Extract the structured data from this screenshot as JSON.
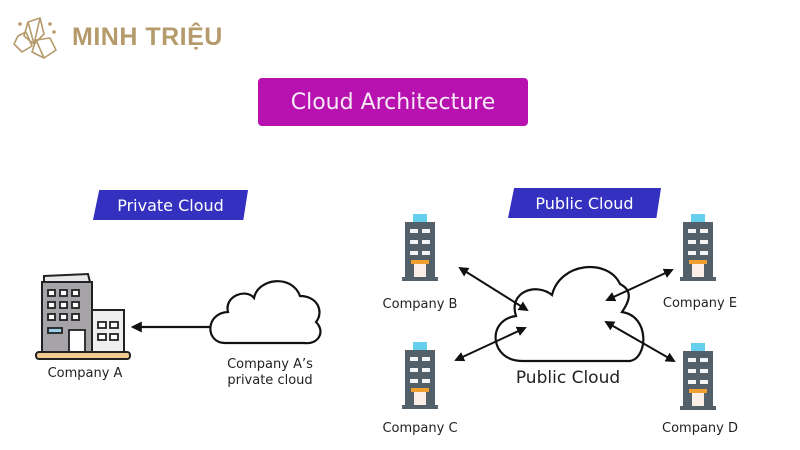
{
  "brand": {
    "name": "MINH TRIỆU",
    "icon": "crystal-icon",
    "color": "#b59a6b"
  },
  "title": {
    "text": "Cloud Architecture",
    "color": "#b712b0"
  },
  "sections": {
    "private": {
      "tag": "Private Cloud",
      "company_label": "Company A",
      "cloud_label_line1": "Company A’s",
      "cloud_label_line2": "private cloud",
      "icons": [
        "office-building-icon",
        "cloud-icon",
        "double-arrow-icon"
      ]
    },
    "public": {
      "tag": "Public Cloud",
      "cloud_label": "Public Cloud",
      "companies": [
        {
          "label": "Company B"
        },
        {
          "label": "Company E"
        },
        {
          "label": "Company C"
        },
        {
          "label": "Company D"
        }
      ],
      "icons": [
        "building-icon",
        "cloud-icon",
        "double-arrow-icon"
      ]
    }
  },
  "colors": {
    "tag": "#3430c0",
    "building": "#546069",
    "building_roof": "#66d0ec",
    "door_awning": "#f0a030"
  }
}
